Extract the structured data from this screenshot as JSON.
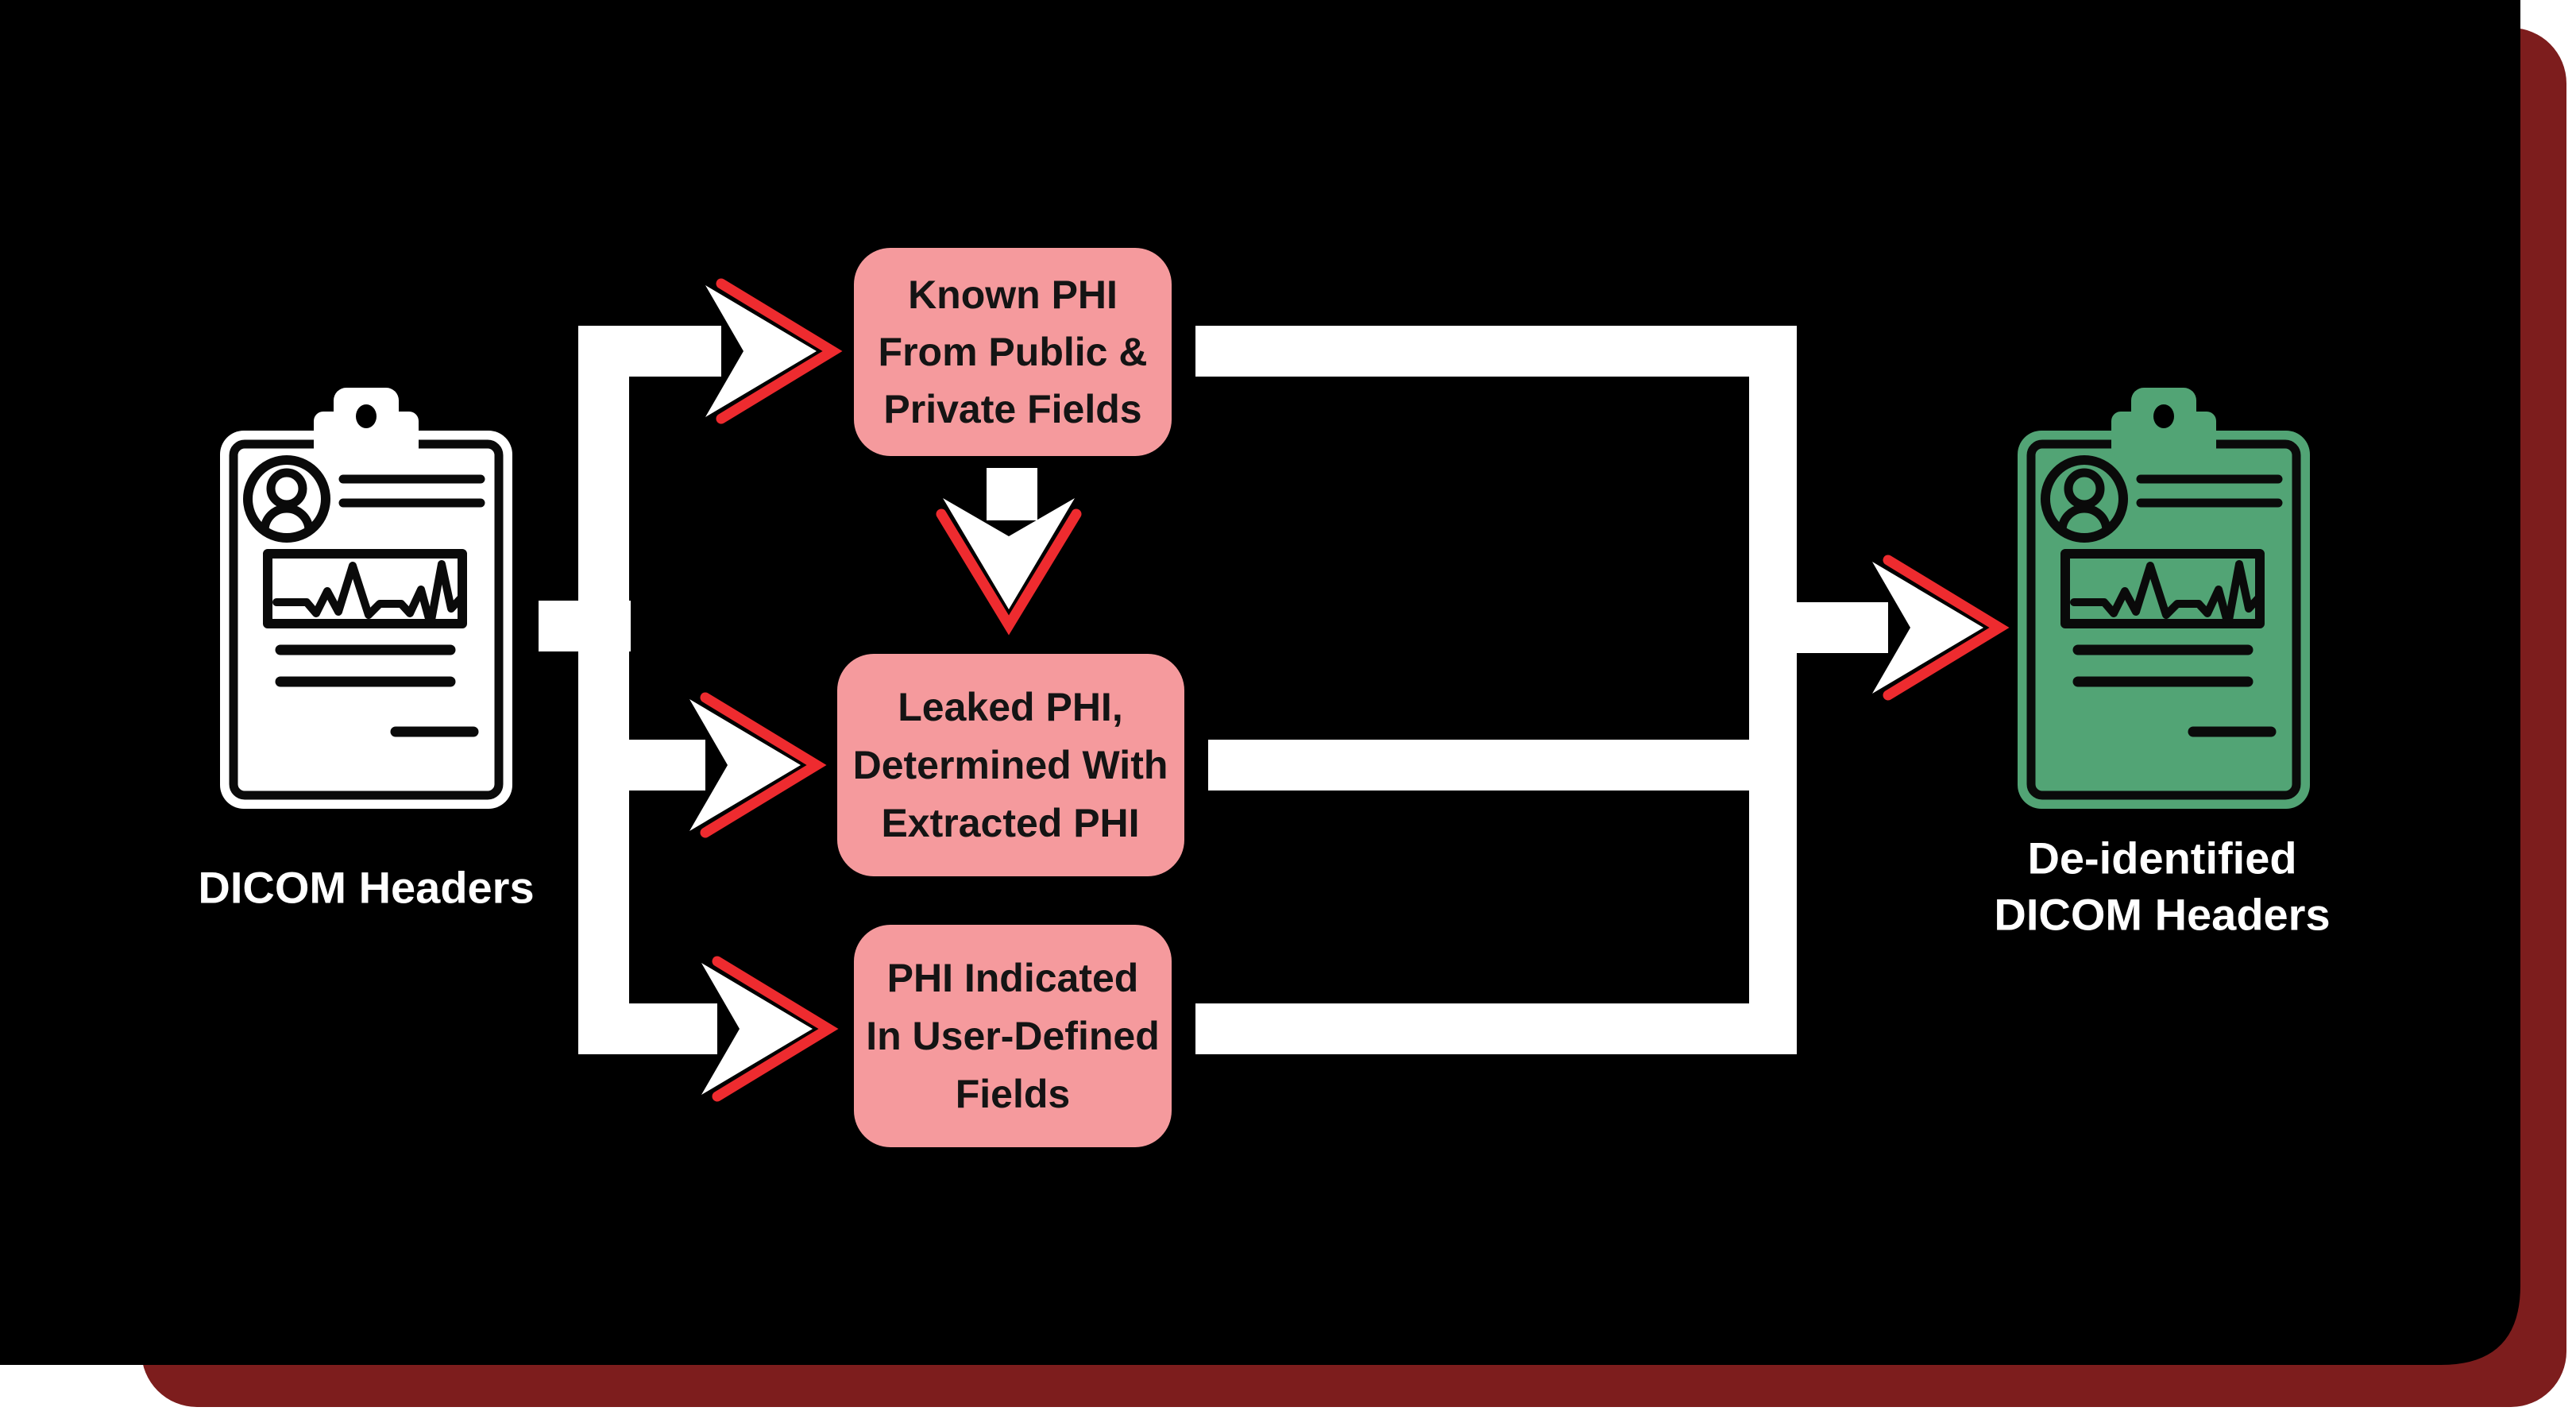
{
  "diagram": {
    "title": "DICOM header de-identification flow",
    "colors": {
      "background": "#ffffff",
      "card": "#000000",
      "card_shadow": "#7d1d1d",
      "flow_line": "#ffffff",
      "arrow_outline_red": "#ee2b2f",
      "process_box_pink": "#f59a9d",
      "destination_green": "#52a475",
      "box_text": "#141414",
      "label_text": "#ffffff"
    }
  },
  "source": {
    "icon": "clipboard-patient-record-icon",
    "label": "DICOM Headers"
  },
  "destination": {
    "icon": "clipboard-patient-record-icon",
    "label_line1": "De-identified",
    "label_line2": "DICOM Headers"
  },
  "process_boxes": [
    {
      "id": "known-phi",
      "lines": [
        "Known PHI",
        "From Public &",
        "Private Fields"
      ]
    },
    {
      "id": "leaked-phi",
      "lines": [
        "Leaked PHI,",
        "Determined With",
        "Extracted PHI"
      ]
    },
    {
      "id": "user-defined-phi",
      "lines": [
        "PHI Indicated",
        "In User-Defined",
        "Fields"
      ]
    }
  ]
}
